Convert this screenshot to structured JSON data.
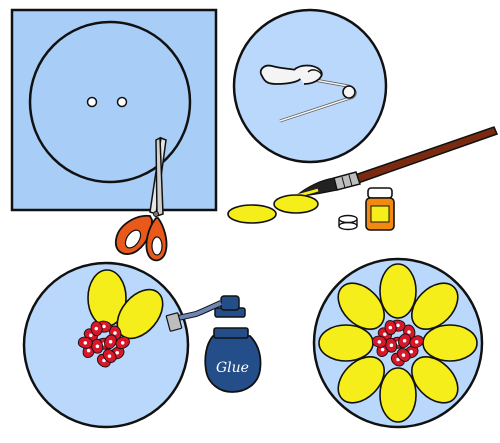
{
  "colors": {
    "background": "#ffffff",
    "light_blue": "#a8cdf6",
    "pale_blue": "#b9d8fb",
    "outline": "#111111",
    "petal_yellow": "#f6ee1a",
    "petal_dark": "#c8c012",
    "red_flowers": "#d9172a",
    "scissors_orange": "#e8591a",
    "brush_handle": "#7a2a10",
    "glue_bottle": "#244e8a",
    "paint_jar_orange": "#f28a12"
  },
  "icons": {
    "scissors": "scissors-icon",
    "safety_pin": "safety-pin-icon",
    "paint_brush": "paint-brush-icon",
    "paint_jar": "paint-jar-icon",
    "glue_bottle": "glue-bottle-icon"
  },
  "steps": [
    {
      "id": "step-1-cut-circle"
    },
    {
      "id": "step-2-attach-pin"
    },
    {
      "id": "step-3-paint-petals"
    },
    {
      "id": "step-4-glue-petals"
    },
    {
      "id": "step-5-finished-brooch"
    }
  ],
  "glue_bottle_label": "Glue"
}
